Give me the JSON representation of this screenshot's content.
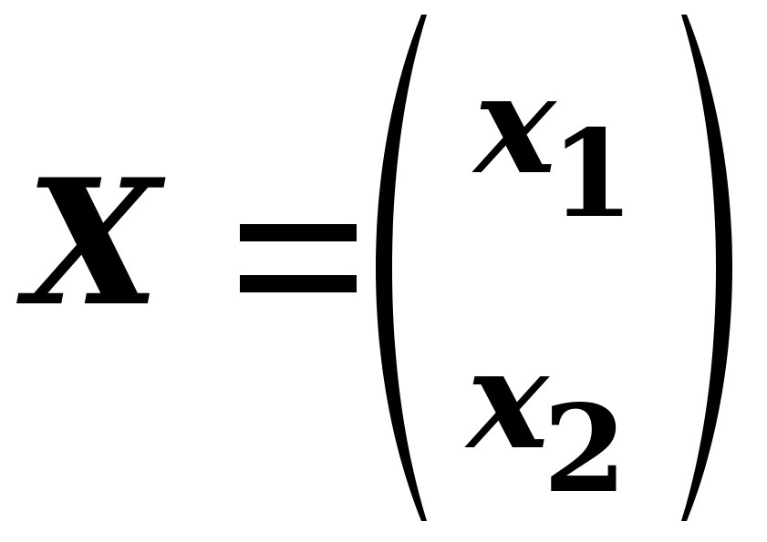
{
  "equation": {
    "lhs": "X",
    "operator": "=",
    "vector": [
      {
        "var": "x",
        "sub": "1"
      },
      {
        "var": "x",
        "sub": "2"
      }
    ]
  }
}
